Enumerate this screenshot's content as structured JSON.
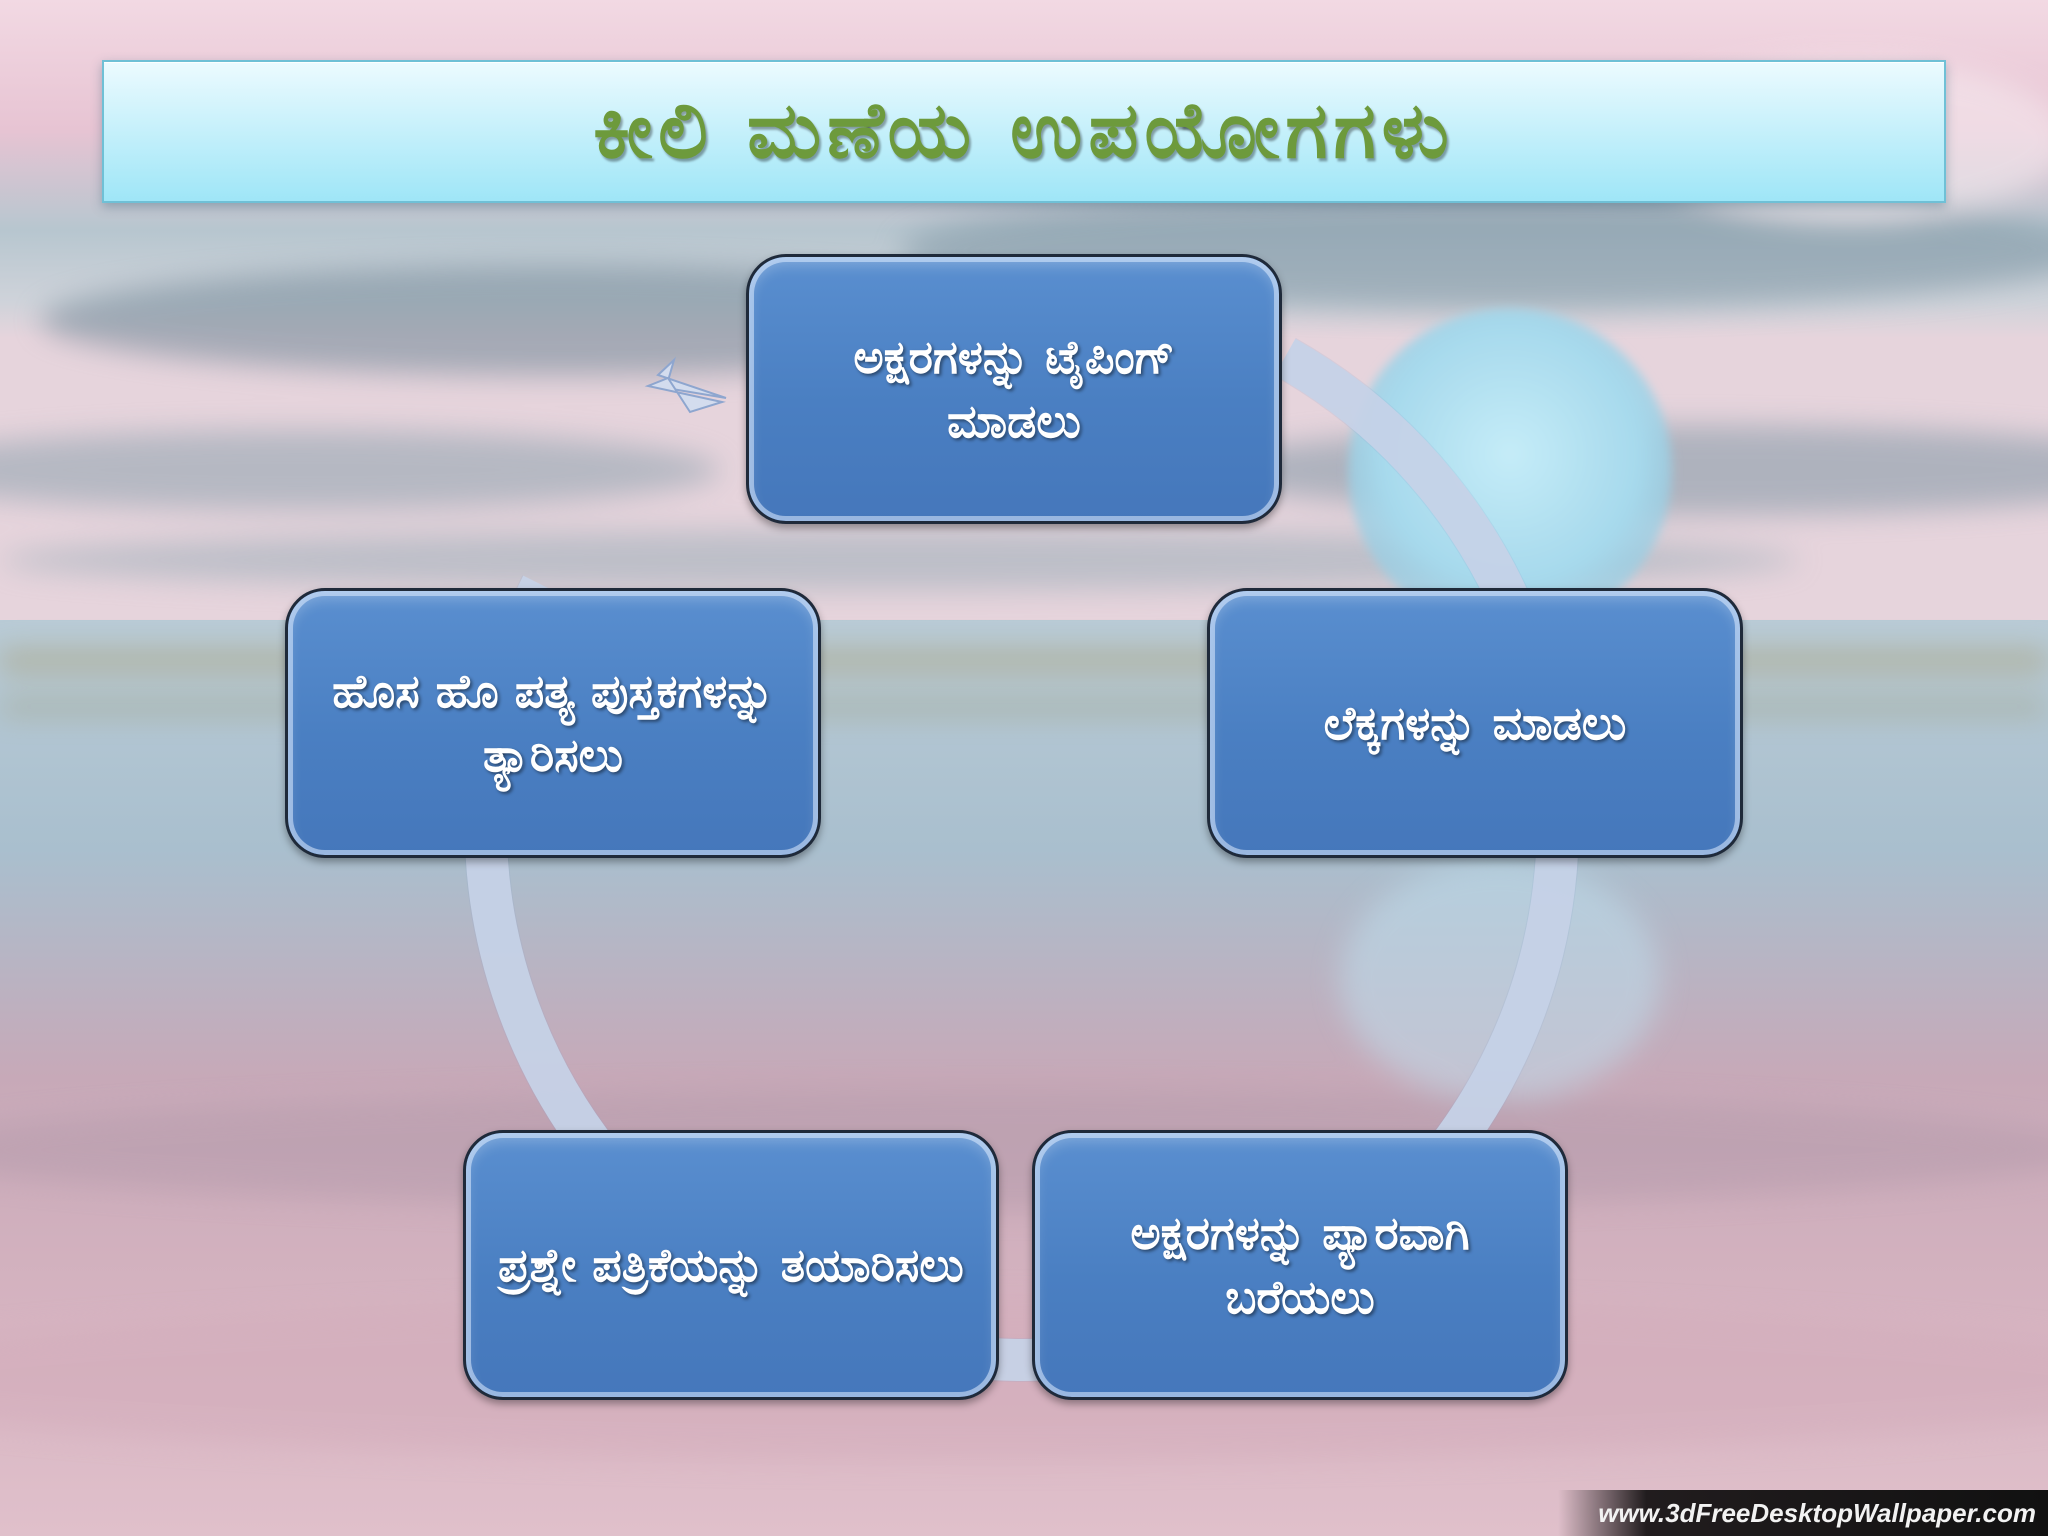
{
  "slide": {
    "title": "ಕೀಲಿ ಮಣೆಯ ಉಪಯೋಗಗಳು",
    "watermark": "www.3dFreeDesktopWallpaper.com"
  },
  "cycle": {
    "items": [
      "ಅಕ್ಷರಗಳನ್ನು ಟೈಪಿಂಗ್ ಮಾಡಲು",
      "ಲೆಕ್ಕಗಳನ್ನು ಮಾಡಲು",
      "ಅಕ್ಷರಗಳನ್ನು ಪ್ಯಾರವಾಗಿ ಬರೆಯಲು",
      "ಪ್ರಶ್ನೇ ಪತ್ರಿಕೆಯನ್ನು ತಯಾರಿಸಲು",
      "ಹೊಸ ಹೊ ಪತ್ಯ ಪುಸ್ತಕಗಳನ್ನು ತ್ಯಾರಿಸಲು"
    ]
  },
  "colors": {
    "title_text": "#6d9a3c",
    "title_bar": "#c9f1fb",
    "node_fill": "#4f83c6",
    "node_border": "#1f2a3a",
    "ring": "#d3dcee"
  }
}
